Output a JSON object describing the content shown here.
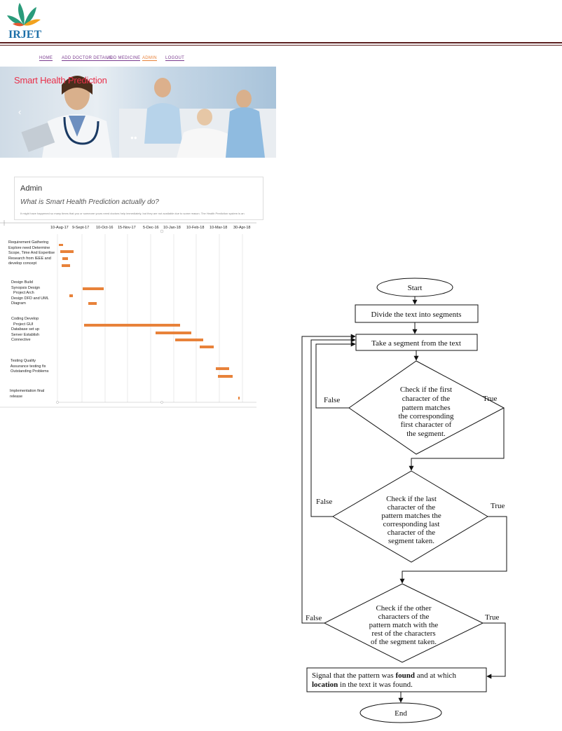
{
  "header": {
    "logo_text": "IRJET",
    "logo_colors": {
      "leaves": [
        "#2a9b7a",
        "#f2a21e",
        "#e4572e"
      ],
      "text": "#1c6fa8",
      "accent": "#e4572e"
    }
  },
  "website": {
    "nav": [
      "HOME",
      "ADD DOCTOR DETAILS",
      "ADD MEDICINE",
      "ADMIN",
      "LOGOUT"
    ],
    "banner_title": "Smart Health Prediction",
    "admin_title": "Admin",
    "admin_question": "What is Smart Health Prediction actually do?",
    "admin_body": "It might have happened so many times that you or someone yours need doctors help immediately, but they are not available due to some reason. The Health Prediction system is an"
  },
  "gantt": {
    "dates": [
      "10-Aug-17",
      "9-Sept-17",
      "10-Oct-16",
      "15-Nov-17",
      "5-Dec-16",
      "10-Jan-18",
      "10-Feb-18",
      "10-Mar-18",
      "30-Apr-18"
    ],
    "groups": [
      "Requirement Gathering\nExplore need Determine\nScope, Time And Expertise\nResearch from IEEE and\ndevelop concept",
      "Design Build\nSynopsis Design\n  Project Arch\nDesign DFD and UML\nDiagram",
      "Coding Develop\n  Project GUI\nDatabase set up\nServer Establish\nConnective",
      "  Testing Quality\n  Assurance testing fix\n  Outstanding Problems",
      "Implementation final\nrelease"
    ],
    "bar_color": "#e8823a"
  },
  "flowchart": {
    "start": "Start",
    "step1": "Divide the text into segments",
    "step2": "Take a segment from the text",
    "d1": [
      "Check if the first",
      "character of the",
      "pattern matches",
      "the corresponding",
      "first character of",
      "the segment."
    ],
    "d2": [
      "Check if the last",
      "character of the",
      "pattern matches the",
      "corresponding last",
      "character of the",
      "segment taken."
    ],
    "d3": [
      "Check  if  the  other",
      "characters     of     the",
      "pattern match with the",
      "rest of the characters",
      "of the segment taken."
    ],
    "false_label": "False",
    "true_label": "True",
    "signal_line1_a": "Signal that the pattern was ",
    "signal_line1_b": "found",
    "signal_line1_c": " and at which",
    "signal_line2_a": "location",
    "signal_line2_b": " in the text it was found.",
    "end": "End"
  }
}
